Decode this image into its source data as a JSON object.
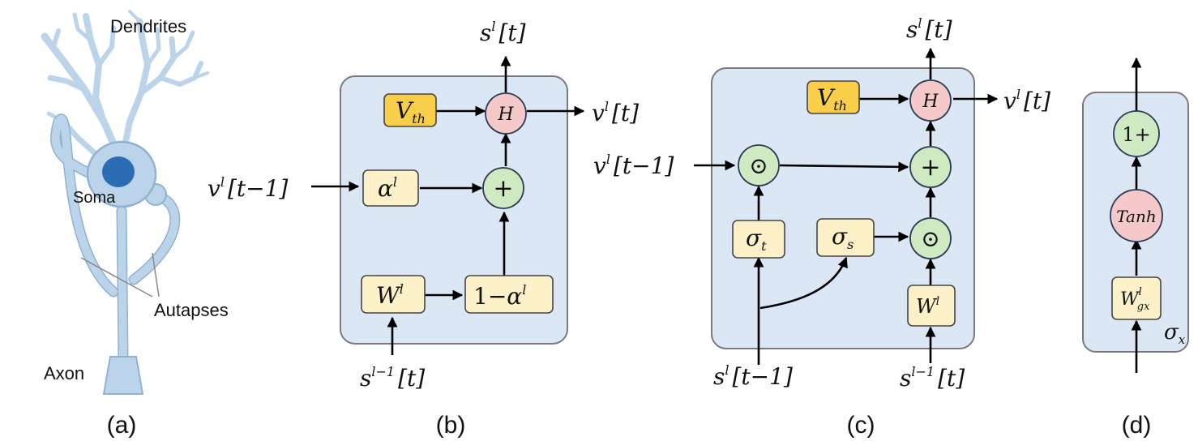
{
  "captions": {
    "a": "(a)",
    "b": "(b)",
    "c": "(c)",
    "d": "(d)"
  },
  "neuron": {
    "dendrites": "Dendrites",
    "soma": "Soma",
    "autapses": "Autapses",
    "axon": "Axon"
  },
  "panel_b": {
    "vth": "V",
    "vth_sub": "th",
    "h": "H",
    "alpha": "α",
    "alpha_sup": "l",
    "plus": "+",
    "w": "W",
    "w_sup": "l",
    "one_minus": "1−",
    "one_minus_alpha": "α",
    "one_minus_sup": "l",
    "out_s": "s",
    "out_s_sup": "l",
    "out_s_arg": "[t]",
    "out_v": "v",
    "out_v_sup": "l",
    "out_v_arg": "[t]",
    "in_v": "v",
    "in_v_sup": "l",
    "in_v_arg": "[t−1]",
    "in_s": "s",
    "in_s_sup": "l−1",
    "in_s_arg": "[t]"
  },
  "panel_c": {
    "vth": "V",
    "vth_sub": "th",
    "h": "H",
    "plus": "+",
    "odot": "⊙",
    "sigma_t": "σ",
    "sigma_t_sub": "t",
    "sigma_s": "σ",
    "sigma_s_sub": "s",
    "w": "W",
    "w_sup": "l",
    "out_s": "s",
    "out_s_sup": "l",
    "out_s_arg": "[t]",
    "out_v": "v",
    "out_v_sup": "l",
    "out_v_arg": "[t]",
    "in_v": "v",
    "in_v_sup": "l",
    "in_v_arg": "[t−1]",
    "in_s1": "s",
    "in_s1_sup": "l",
    "in_s1_arg": "[t−1]",
    "in_s2": "s",
    "in_s2_sup": "l−1",
    "in_s2_arg": "[t]"
  },
  "panel_d": {
    "one_plus": "1+",
    "tanh": "Tanh",
    "w": "W",
    "w_sup": "l",
    "w_sub": "gx",
    "sigma": "σ",
    "sigma_sub": "x"
  },
  "colors": {
    "panel_fill": "#dce7f5",
    "yellow_box": "#fdf1c9",
    "gold_box": "#f9cf4a",
    "green_circle": "#cfe9c2",
    "pink_circle": "#f5c9c9",
    "neuron_fill": "#bcd4ea",
    "nucleus": "#2a6db5"
  }
}
